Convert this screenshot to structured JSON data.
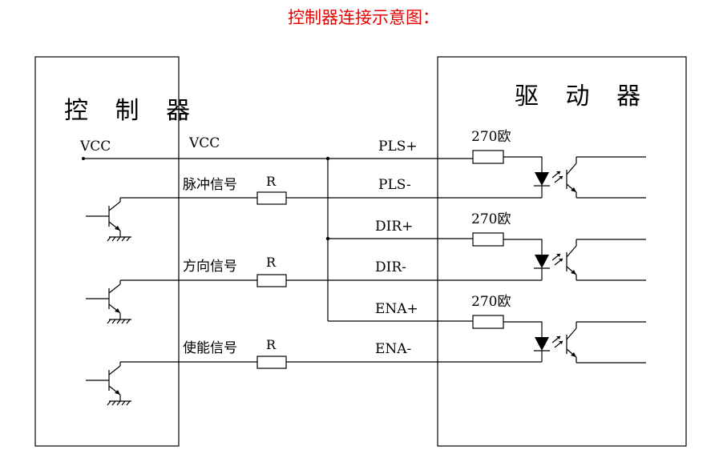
{
  "title": "控制器连接示意图：",
  "controller": {
    "label": "控 制 器",
    "vcc_left": "VCC",
    "vcc_right": "VCC"
  },
  "driver": {
    "label": "驱 动 器"
  },
  "signals": {
    "pulse": "脉冲信号",
    "direction": "方向信号",
    "enable": "使能信号",
    "resistor": "R"
  },
  "driver_pins": {
    "pls_plus": "PLS+",
    "pls_minus": "PLS-",
    "dir_plus": "DIR+",
    "dir_minus": "DIR-",
    "ena_plus": "ENA+",
    "ena_minus": "ENA-"
  },
  "internal_resistor": "270欧"
}
